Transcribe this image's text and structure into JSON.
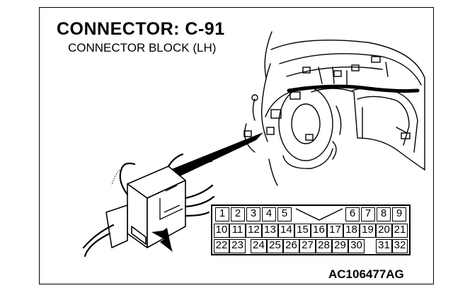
{
  "title": "CONNECTOR: C-91",
  "subtitle": "CONNECTOR BLOCK (LH)",
  "figure_code": "AC106477AG",
  "connector_pins": {
    "row1": [
      "1",
      "2",
      "3",
      "4",
      "5",
      "",
      "6",
      "7",
      "8",
      "9"
    ],
    "row2": [
      "10",
      "11",
      "12",
      "13",
      "14",
      "15",
      "16",
      "17",
      "18",
      "19",
      "20",
      "21"
    ],
    "row3": [
      "22",
      "23",
      "",
      "24",
      "25",
      "26",
      "27",
      "28",
      "29",
      "30",
      "",
      "31",
      "32"
    ]
  }
}
